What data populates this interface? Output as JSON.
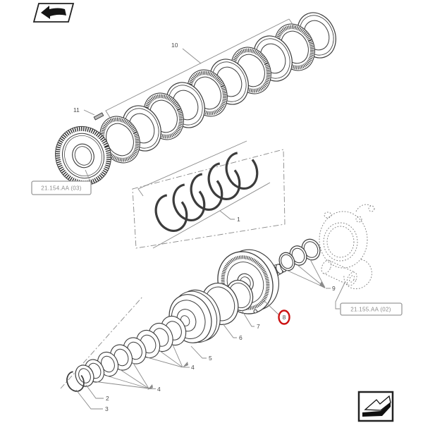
{
  "figure": {
    "title": "exploded-parts-diagram",
    "background": "#ffffff",
    "colors": {
      "line": "#3a3a3a",
      "leader": "#8a8a8a",
      "phantom": "#888888",
      "highlight": "#cc1111",
      "reference_text": "#8b8b8b"
    },
    "callouts": {
      "c1": "1",
      "c2": "2",
      "c3": "3",
      "c4a": "4",
      "c4b": "4",
      "c5": "5",
      "c6": "6",
      "c7": "7",
      "c8": "8",
      "c9": "9",
      "c10": "10",
      "c11": "11"
    },
    "highlighted_callout": "8",
    "references": {
      "left": "21.154.AA (03)",
      "right": "21.155.AA (02)"
    },
    "nav": {
      "back_icon": "page-back-arrow",
      "forward_icon": "page-forward-arrow"
    }
  }
}
